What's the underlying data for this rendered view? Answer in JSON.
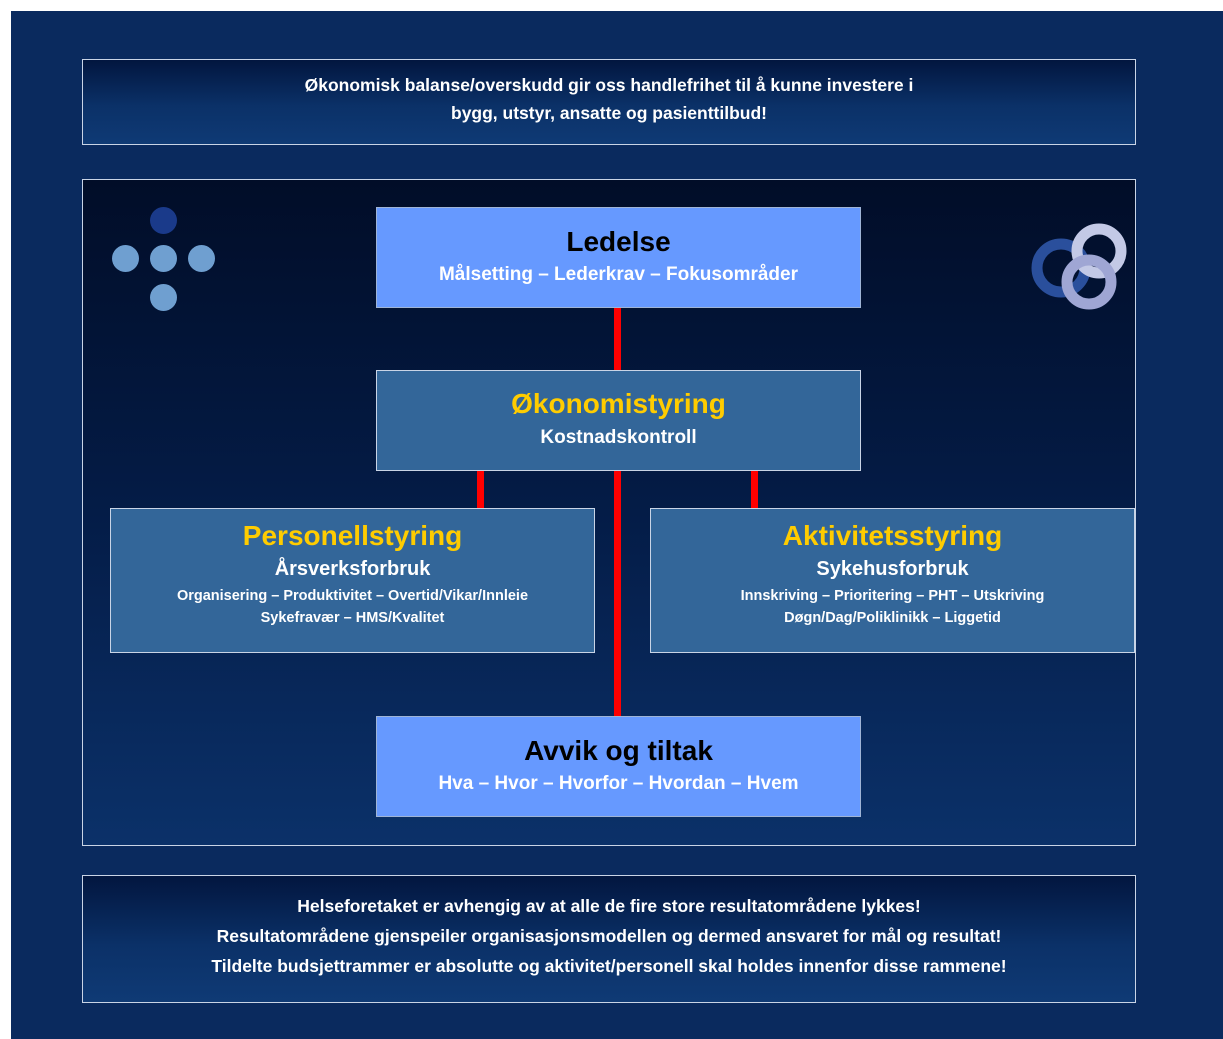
{
  "top_banner": {
    "line1": "Økonomisk balanse/overskudd gir oss handlefrihet til å kunne investere i",
    "line2": "bygg, utstyr, ansatte og pasienttilbud!"
  },
  "ledelse": {
    "title": "Ledelse",
    "subtitle": "Målsetting – Lederkrav – Fokusområder"
  },
  "okonomistyring": {
    "title": "Økonomistyring",
    "subtitle": "Kostnadskontroll"
  },
  "personellstyring": {
    "title": "Personellstyring",
    "subtitle": "Årsverksforbruk",
    "line1": "Organisering – Produktivitet – Overtid/Vikar/Innleie",
    "line2": "Sykefravær – HMS/Kvalitet"
  },
  "aktivitetsstyring": {
    "title": "Aktivitetsstyring",
    "subtitle": "Sykehusforbruk",
    "line1": "Innskriving – Prioritering – PHT – Utskriving",
    "line2": "Døgn/Dag/Poliklinikk – Liggetid"
  },
  "avvik": {
    "title": "Avvik og tiltak",
    "subtitle": "Hva – Hvor – Hvorfor – Hvordan – Hvem"
  },
  "bottom_banner": {
    "line1": "Helseforetaket er avhengig av at alle de fire store resultatområdene lykkes!",
    "line2": "Resultatområdene gjenspeiler organisasjonsmodellen og dermed ansvaret for mål og resultat!",
    "line3": "Tildelte budsjettrammer er absolutte og aktivitet/personell skal holdes innenfor disse rammene!"
  },
  "colors": {
    "background": "#0a2a5e",
    "light_box": "#6699ff",
    "mid_box": "#336699",
    "accent_title": "#ffcc00",
    "connector": "#ff0000"
  },
  "icons": {
    "left_logo": "dots-cross-logo",
    "right_logo": "interlocking-rings-logo"
  }
}
